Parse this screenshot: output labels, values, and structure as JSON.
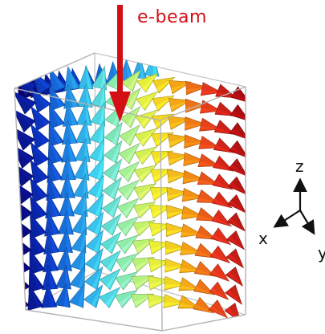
{
  "figure": {
    "beam_label": "e-beam",
    "axis_labels": {
      "z": "z",
      "x": "x",
      "y": "y"
    },
    "colors": {
      "beam": "#d40f14",
      "box_edge": "#b9b9b9",
      "axis": "#111111",
      "colormap": [
        "#08006b",
        "#0a2fb8",
        "#1c7fe0",
        "#3fd0f0",
        "#9ff29a",
        "#f2ef2a",
        "#f59a13",
        "#e2301c",
        "#a80b10"
      ]
    },
    "icons": {
      "beam_arrow": "down-arrow",
      "axes": "xyz-axes-triad",
      "vectors": "cone-arrow-field"
    }
  }
}
